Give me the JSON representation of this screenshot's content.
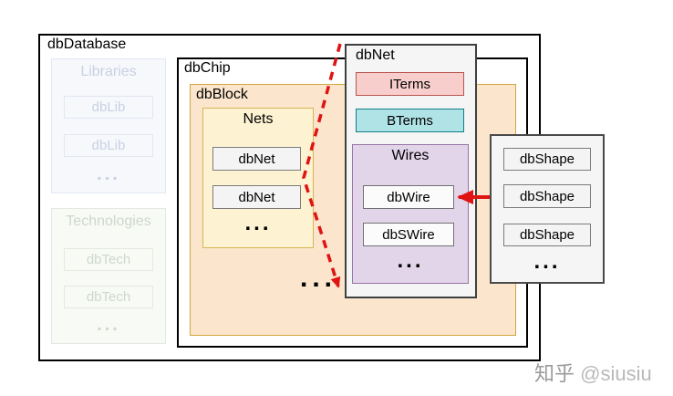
{
  "diagram": {
    "database": {
      "label": "dbDatabase"
    },
    "chip": {
      "label": "dbChip"
    },
    "block": {
      "label": "dbBlock",
      "ellipsis": "..."
    },
    "libraries": {
      "title": "Libraries",
      "items": [
        "dbLib",
        "dbLib"
      ],
      "ellipsis": "..."
    },
    "technologies": {
      "title": "Technologies",
      "items": [
        "dbTech",
        "dbTech"
      ],
      "ellipsis": "..."
    },
    "nets": {
      "title": "Nets",
      "items": [
        "dbNet",
        "dbNet"
      ],
      "ellipsis": "..."
    },
    "net_detail": {
      "title": "dbNet",
      "iterms": {
        "label": "ITerms"
      },
      "bterms": {
        "label": "BTerms"
      },
      "wires": {
        "title": "Wires",
        "items": [
          "dbWire",
          "dbSWire"
        ],
        "ellipsis": "..."
      }
    },
    "shapes": {
      "items": [
        "dbShape",
        "dbShape",
        "dbShape"
      ],
      "ellipsis": "..."
    },
    "colors": {
      "block_fill": "#fbe5cc",
      "block_border": "#d2a73e",
      "nets_fill": "#fdf3d2",
      "nets_border": "#d6b656",
      "iterms_fill": "#f8cecc",
      "iterms_border": "#b85450",
      "bterms_fill": "#b0e3e6",
      "bterms_border": "#0e8088",
      "wires_fill": "#e2d5e9",
      "wires_border": "#9673a6",
      "arrow_red": "#e01313"
    }
  },
  "watermark": {
    "brand": "知乎",
    "handle": "@siusiu"
  }
}
